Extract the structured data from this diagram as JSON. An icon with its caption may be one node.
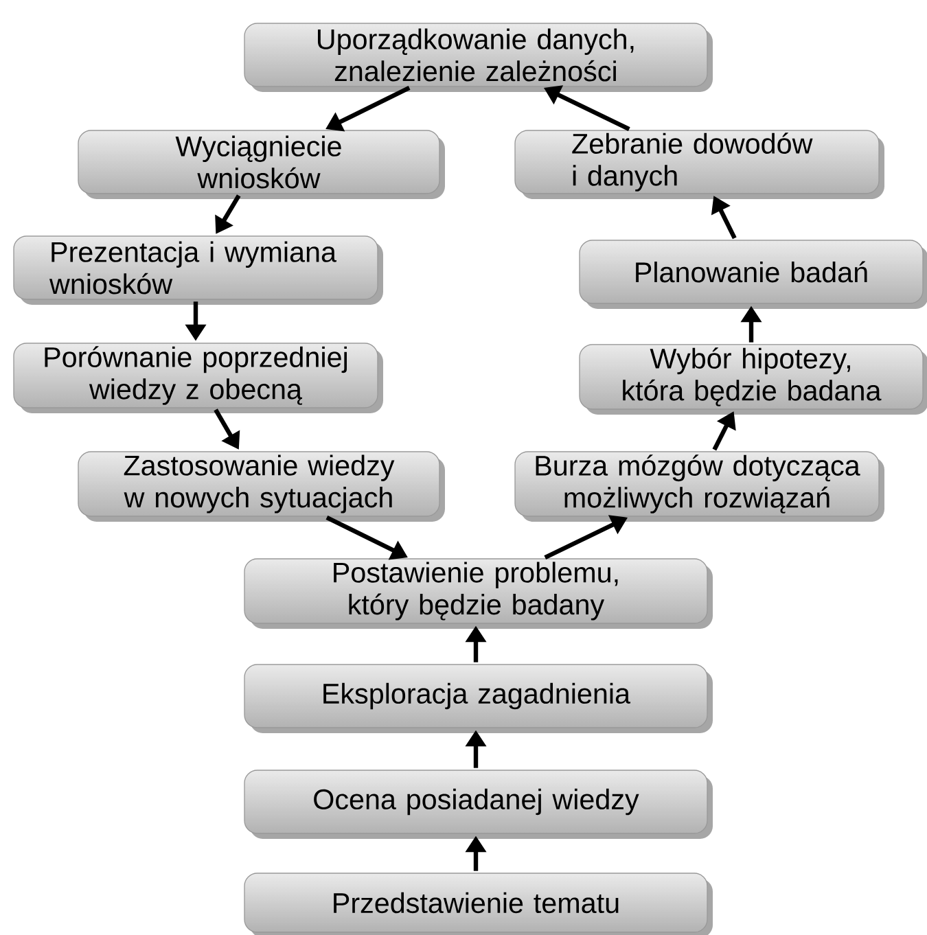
{
  "diagram": {
    "nodes": [
      {
        "text": [
          "Uporządkowanie danych, znalezienie zależności"
        ]
      },
      {
        "text": [
          "Wyciągniecie wniosków"
        ]
      },
      {
        "text": [
          "Zebranie dowodów i danych"
        ]
      },
      {
        "text": [
          "Prezentacja i wymiana wniosków"
        ]
      },
      {
        "text": [
          "Planowanie badań"
        ]
      },
      {
        "text": [
          "Porównanie poprzedniej wiedzy z obecną"
        ]
      },
      {
        "text": [
          "Wybór hipotezy, która będzie badana"
        ]
      },
      {
        "text": [
          "Zastosowanie wiedzy w nowych sytuacjach"
        ]
      },
      {
        "text": [
          "Burza mózgów dotycząca możliwych rozwiązań"
        ]
      },
      {
        "text": [
          "Postawienie problemu, który będzie badany"
        ]
      },
      {
        "text": [
          "Eksploracja zagadnienia"
        ]
      },
      {
        "text": [
          "Ocena posiadanej wiedzy"
        ]
      },
      {
        "text": [
          "Przedstawienie tematu"
        ]
      }
    ],
    "edges": [
      {
        "from": 12,
        "to": 11,
        "arrow": "to"
      },
      {
        "from": 11,
        "to": 10,
        "arrow": "to"
      },
      {
        "from": 10,
        "to": 9,
        "arrow": "to"
      },
      {
        "from": 9,
        "to": 8,
        "arrow": "to"
      },
      {
        "from": 8,
        "to": 6,
        "arrow": "to"
      },
      {
        "from": 6,
        "to": 4,
        "arrow": "to"
      },
      {
        "from": 4,
        "to": 2,
        "arrow": "to"
      },
      {
        "from": 2,
        "to": 0,
        "arrow": "to"
      },
      {
        "from": 0,
        "to": 1,
        "arrow": "to"
      },
      {
        "from": 1,
        "to": 3,
        "arrow": "to"
      },
      {
        "from": 3,
        "to": 5,
        "arrow": "to"
      },
      {
        "from": 5,
        "to": 7,
        "arrow": "to"
      },
      {
        "from": 7,
        "to": 9,
        "arrow": "to"
      }
    ]
  }
}
